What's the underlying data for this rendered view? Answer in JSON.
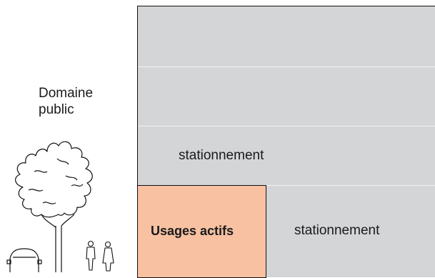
{
  "labels": {
    "domain_public": "Domaine\npublic",
    "parking_upper": "stationnement",
    "parking_lower": "stationnement",
    "active_uses": "Usages actifs"
  },
  "colors": {
    "building_fill": "#d4d5d7",
    "active_uses_fill": "#f7c1a2",
    "outline": "#111111",
    "floor_divider": "#f2f2f2"
  },
  "icons": [
    "tree-icon",
    "car-icon",
    "pedestrian-icon",
    "pedestrian-icon"
  ]
}
